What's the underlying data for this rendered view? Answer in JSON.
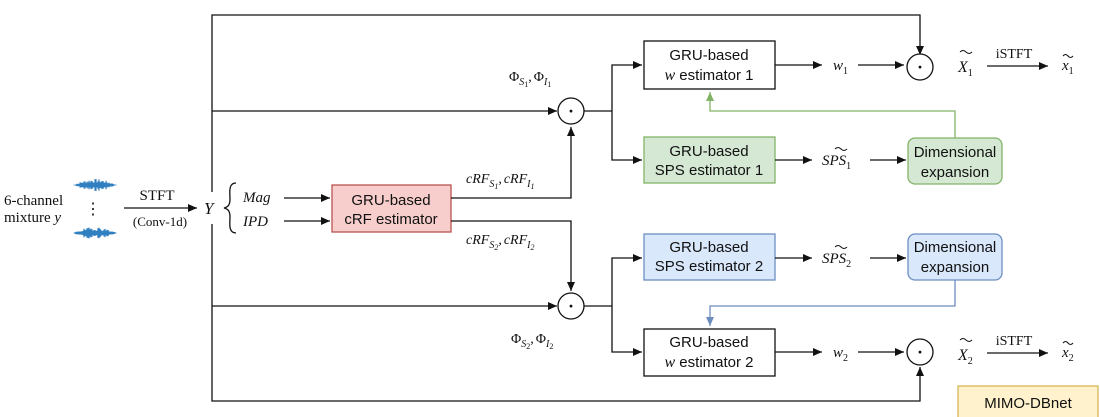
{
  "input": {
    "line1": "6-channel",
    "line2": "mixture",
    "symbol": "y",
    "dots": "⋮"
  },
  "stft": {
    "label": "STFT",
    "sublabel": "(Conv-1d)"
  },
  "y_symbol": "Y",
  "features": {
    "mag": "Mag",
    "ipd": "IPD"
  },
  "boxes": {
    "crf": {
      "line1": "GRU-based",
      "line2": "cRF estimator"
    },
    "w1": {
      "line1": "GRU-based",
      "line2_var": "w",
      "line2_rest": " estimator 1"
    },
    "w2": {
      "line1": "GRU-based",
      "line2_var": "w",
      "line2_rest": " estimator 2"
    },
    "sps1": {
      "line1": "GRU-based",
      "line2": "SPS estimator 1"
    },
    "sps2": {
      "line1": "GRU-based",
      "line2": "SPS estimator 2"
    },
    "dim1": {
      "line1": "Dimensional",
      "line2": "expansion"
    },
    "dim2": {
      "line1": "Dimensional",
      "line2": "expansion"
    }
  },
  "ops": {
    "multiply": "·"
  },
  "labels": {
    "phi1_a": "Φ",
    "phi1_a_sub": "S",
    "phi1_a_subsub": "1",
    "phi1_b": "Φ",
    "phi1_b_sub": "I",
    "phi1_b_subsub": "1",
    "phi2_a": "Φ",
    "phi2_a_sub": "S",
    "phi2_a_subsub": "2",
    "phi2_b": "Φ",
    "phi2_b_sub": "I",
    "phi2_b_subsub": "2",
    "crf1_a": "cRF",
    "crf1_a_sub": "S",
    "crf1_a_subsub": "1",
    "crf1_b": "cRF",
    "crf1_b_sub": "I",
    "crf1_b_subsub": "1",
    "crf2_a": "cRF",
    "crf2_a_sub": "S",
    "crf2_a_subsub": "2",
    "crf2_b": "cRF",
    "crf2_b_sub": "I",
    "crf2_b_subsub": "2",
    "w1": "w",
    "w1_sub": "1",
    "w2": "w",
    "w2_sub": "2",
    "sps1": "SPS",
    "sps1_sub": "1",
    "sps2": "SPS",
    "sps2_sub": "2",
    "x1": "X",
    "x1_sub": "1",
    "x2": "X",
    "x2_sub": "2",
    "istft1": "iSTFT",
    "istft2": "iSTFT",
    "out1": "x",
    "out1_sub": "1",
    "out2": "x",
    "out2_sub": "2",
    "comma": ","
  },
  "tag": "MIMO-DBnet",
  "colors": {
    "crf_fill": "#f8cecc",
    "crf_stroke": "#b85450",
    "sps1_fill": "#d5e8d4",
    "sps1_stroke": "#82b366",
    "sps2_fill": "#dae8fc",
    "sps2_stroke": "#6c8ebf",
    "wave": "#2f7fc1",
    "green_arrow": "#82b366",
    "blue_arrow": "#6c8ebf",
    "tag_fill": "#fff2cc",
    "tag_stroke": "#d6b656"
  }
}
